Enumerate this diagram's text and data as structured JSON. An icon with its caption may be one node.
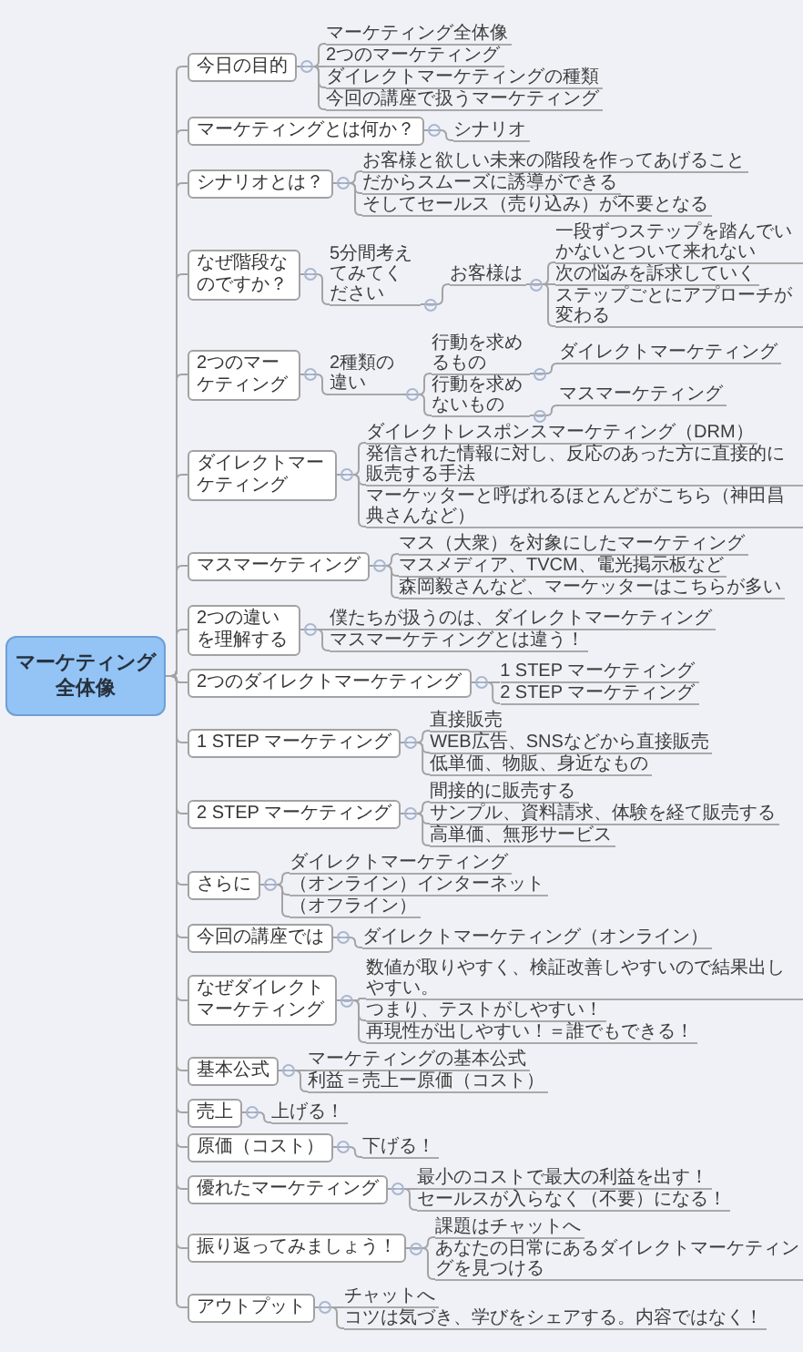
{
  "diagram": {
    "nodes": [
      {
        "text": [
          "マーケティング全体像"
        ]
      },
      {
        "text": [
          "今日の目的"
        ]
      },
      {
        "text": [
          "マーケティング全体像"
        ]
      },
      {
        "text": [
          "2つのマーケティング"
        ]
      },
      {
        "text": [
          "ダイレクトマーケティングの種類"
        ]
      },
      {
        "text": [
          "今回の講座で扱うマーケティング"
        ]
      },
      {
        "text": [
          "マーケティングとは何か？"
        ]
      },
      {
        "text": [
          "シナリオ"
        ]
      },
      {
        "text": [
          "シナリオとは？"
        ]
      },
      {
        "text": [
          "お客様と欲しい未来の階段を作ってあげること"
        ]
      },
      {
        "text": [
          "だからスムーズに誘導ができる"
        ]
      },
      {
        "text": [
          "そしてセールス（売り込み）が不要となる"
        ]
      },
      {
        "text": [
          "なぜ階段なのですか？"
        ]
      },
      {
        "text": [
          "5分間考えてみてください"
        ]
      },
      {
        "text": [
          "お客様は"
        ]
      },
      {
        "text": [
          "一段ずつステップを踏んでいかないとついて来れない"
        ]
      },
      {
        "text": [
          "次の悩みを訴求していく"
        ]
      },
      {
        "text": [
          "ステップごとにアプローチが変わる"
        ]
      },
      {
        "text": [
          "2つのマーケティング"
        ]
      },
      {
        "text": [
          "2種類の違い"
        ]
      },
      {
        "text": [
          "行動を求めるもの"
        ]
      },
      {
        "text": [
          "ダイレクトマーケティング"
        ]
      },
      {
        "text": [
          "行動を求めないもの"
        ]
      },
      {
        "text": [
          "マスマーケティング"
        ]
      },
      {
        "text": [
          "ダイレクトマーケティング"
        ]
      },
      {
        "text": [
          "ダイレクトレスポンスマーケティング（DRM）"
        ]
      },
      {
        "text": [
          "発信された情報に対し、反応のあった方に直接的に販売する手法"
        ]
      },
      {
        "text": [
          "マーケッターと呼ばれるほとんどがこちら（神田昌典さんなど）"
        ]
      },
      {
        "text": [
          "マスマーケティング"
        ]
      },
      {
        "text": [
          "マス（大衆）を対象にしたマーケティング"
        ]
      },
      {
        "text": [
          "マスメディア、TVCM、電光掲示板など"
        ]
      },
      {
        "text": [
          "森岡毅さんなど、マーケッターはこちらが多い"
        ]
      },
      {
        "text": [
          "2つの違いを理解する"
        ]
      },
      {
        "text": [
          "僕たちが扱うのは、ダイレクトマーケティング"
        ]
      },
      {
        "text": [
          "マスマーケティングとは違う！"
        ]
      },
      {
        "text": [
          "2つのダイレクトマーケティング"
        ]
      },
      {
        "text": [
          "1 STEP マーケティング"
        ]
      },
      {
        "text": [
          "2 STEP マーケティング"
        ]
      },
      {
        "text": [
          "1 STEP マーケティング"
        ]
      },
      {
        "text": [
          "直接販売"
        ]
      },
      {
        "text": [
          "WEB広告、SNSなどから直接販売"
        ]
      },
      {
        "text": [
          "低単価、物販、身近なもの"
        ]
      },
      {
        "text": [
          "2 STEP マーケティング"
        ]
      },
      {
        "text": [
          "間接的に販売する"
        ]
      },
      {
        "text": [
          "サンプル、資料請求、体験を経て販売する"
        ]
      },
      {
        "text": [
          "高単価、無形サービス"
        ]
      },
      {
        "text": [
          "さらに"
        ]
      },
      {
        "text": [
          "ダイレクトマーケティング"
        ]
      },
      {
        "text": [
          "（オンライン）インターネット"
        ]
      },
      {
        "text": [
          "（オフライン）"
        ]
      },
      {
        "text": [
          "今回の講座では"
        ]
      },
      {
        "text": [
          "ダイレクトマーケティング（オンライン）"
        ]
      },
      {
        "text": [
          "なぜダイレクトマーケティング"
        ]
      },
      {
        "text": [
          "数値が取りやすく、検証改善しやすいので結果出しやすい。"
        ]
      },
      {
        "text": [
          "つまり、テストがしやすい！"
        ]
      },
      {
        "text": [
          "再現性が出しやすい！＝誰でもできる！"
        ]
      },
      {
        "text": [
          "基本公式"
        ]
      },
      {
        "text": [
          "マーケティングの基本公式"
        ]
      },
      {
        "text": [
          "利益＝売上ー原価（コスト）"
        ]
      },
      {
        "text": [
          "売上"
        ]
      },
      {
        "text": [
          "上げる！"
        ]
      },
      {
        "text": [
          "原価（コスト）"
        ]
      },
      {
        "text": [
          "下げる！"
        ]
      },
      {
        "text": [
          "優れたマーケティング"
        ]
      },
      {
        "text": [
          "最小のコストで最大の利益を出す！"
        ]
      },
      {
        "text": [
          "セールスが入らなく（不要）になる！"
        ]
      },
      {
        "text": [
          "振り返ってみましょう！"
        ]
      },
      {
        "text": [
          "課題はチャットへ"
        ]
      },
      {
        "text": [
          "あなたの日常にあるダイレクトマーケティングを見つける"
        ]
      },
      {
        "text": [
          "アウトプット"
        ]
      },
      {
        "text": [
          "チャットへ"
        ]
      },
      {
        "text": [
          "コツは気づき、学びをシェアする。内容ではなく！"
        ]
      }
    ],
    "edges": [
      {
        "from": 0,
        "to": 1,
        "arrow": "none"
      },
      {
        "from": 0,
        "to": 6,
        "arrow": "none"
      },
      {
        "from": 0,
        "to": 8,
        "arrow": "none"
      },
      {
        "from": 0,
        "to": 12,
        "arrow": "none"
      },
      {
        "from": 0,
        "to": 18,
        "arrow": "none"
      },
      {
        "from": 0,
        "to": 24,
        "arrow": "none"
      },
      {
        "from": 0,
        "to": 28,
        "arrow": "none"
      },
      {
        "from": 0,
        "to": 32,
        "arrow": "none"
      },
      {
        "from": 0,
        "to": 35,
        "arrow": "none"
      },
      {
        "from": 0,
        "to": 38,
        "arrow": "none"
      },
      {
        "from": 0,
        "to": 42,
        "arrow": "none"
      },
      {
        "from": 0,
        "to": 46,
        "arrow": "none"
      },
      {
        "from": 0,
        "to": 50,
        "arrow": "none"
      },
      {
        "from": 0,
        "to": 52,
        "arrow": "none"
      },
      {
        "from": 0,
        "to": 56,
        "arrow": "none"
      },
      {
        "from": 0,
        "to": 59,
        "arrow": "none"
      },
      {
        "from": 0,
        "to": 61,
        "arrow": "none"
      },
      {
        "from": 0,
        "to": 63,
        "arrow": "none"
      },
      {
        "from": 0,
        "to": 66,
        "arrow": "none"
      },
      {
        "from": 0,
        "to": 69,
        "arrow": "none"
      },
      {
        "from": 1,
        "to": 2,
        "arrow": "none"
      },
      {
        "from": 1,
        "to": 3,
        "arrow": "none"
      },
      {
        "from": 1,
        "to": 4,
        "arrow": "none"
      },
      {
        "from": 1,
        "to": 5,
        "arrow": "none"
      },
      {
        "from": 6,
        "to": 7,
        "arrow": "none"
      },
      {
        "from": 8,
        "to": 9,
        "arrow": "none"
      },
      {
        "from": 8,
        "to": 10,
        "arrow": "none"
      },
      {
        "from": 8,
        "to": 11,
        "arrow": "none"
      },
      {
        "from": 12,
        "to": 13,
        "arrow": "none"
      },
      {
        "from": 13,
        "to": 14,
        "arrow": "none"
      },
      {
        "from": 14,
        "to": 15,
        "arrow": "none"
      },
      {
        "from": 14,
        "to": 16,
        "arrow": "none"
      },
      {
        "from": 14,
        "to": 17,
        "arrow": "none"
      },
      {
        "from": 18,
        "to": 19,
        "arrow": "none"
      },
      {
        "from": 19,
        "to": 20,
        "arrow": "none"
      },
      {
        "from": 20,
        "to": 21,
        "arrow": "none"
      },
      {
        "from": 19,
        "to": 22,
        "arrow": "none"
      },
      {
        "from": 22,
        "to": 23,
        "arrow": "none"
      },
      {
        "from": 24,
        "to": 25,
        "arrow": "none"
      },
      {
        "from": 24,
        "to": 26,
        "arrow": "none"
      },
      {
        "from": 24,
        "to": 27,
        "arrow": "none"
      },
      {
        "from": 28,
        "to": 29,
        "arrow": "none"
      },
      {
        "from": 28,
        "to": 30,
        "arrow": "none"
      },
      {
        "from": 28,
        "to": 31,
        "arrow": "none"
      },
      {
        "from": 32,
        "to": 33,
        "arrow": "none"
      },
      {
        "from": 32,
        "to": 34,
        "arrow": "none"
      },
      {
        "from": 35,
        "to": 36,
        "arrow": "none"
      },
      {
        "from": 35,
        "to": 37,
        "arrow": "none"
      },
      {
        "from": 38,
        "to": 39,
        "arrow": "none"
      },
      {
        "from": 38,
        "to": 40,
        "arrow": "none"
      },
      {
        "from": 38,
        "to": 41,
        "arrow": "none"
      },
      {
        "from": 42,
        "to": 43,
        "arrow": "none"
      },
      {
        "from": 42,
        "to": 44,
        "arrow": "none"
      },
      {
        "from": 42,
        "to": 45,
        "arrow": "none"
      },
      {
        "from": 46,
        "to": 47,
        "arrow": "none"
      },
      {
        "from": 46,
        "to": 48,
        "arrow": "none"
      },
      {
        "from": 46,
        "to": 49,
        "arrow": "none"
      },
      {
        "from": 50,
        "to": 51,
        "arrow": "none"
      },
      {
        "from": 52,
        "to": 53,
        "arrow": "none"
      },
      {
        "from": 52,
        "to": 54,
        "arrow": "none"
      },
      {
        "from": 52,
        "to": 55,
        "arrow": "none"
      },
      {
        "from": 56,
        "to": 57,
        "arrow": "none"
      },
      {
        "from": 56,
        "to": 58,
        "arrow": "none"
      },
      {
        "from": 59,
        "to": 60,
        "arrow": "none"
      },
      {
        "from": 61,
        "to": 62,
        "arrow": "none"
      },
      {
        "from": 63,
        "to": 64,
        "arrow": "none"
      },
      {
        "from": 63,
        "to": 65,
        "arrow": "none"
      },
      {
        "from": 66,
        "to": 67,
        "arrow": "none"
      },
      {
        "from": 66,
        "to": 68,
        "arrow": "none"
      },
      {
        "from": 69,
        "to": 70,
        "arrow": "none"
      },
      {
        "from": 69,
        "to": 71,
        "arrow": "none"
      }
    ]
  }
}
